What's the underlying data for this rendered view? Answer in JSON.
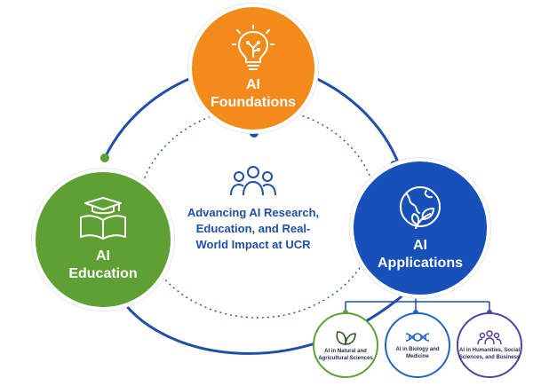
{
  "diagram": {
    "center": {
      "title": "Advancing AI Research, Education, and Real-World Impact at UCR"
    },
    "nodes": {
      "foundations": {
        "line1": "AI",
        "line2": "Foundations",
        "color": "#f28a1c",
        "icon": "lightbulb-circuit-icon"
      },
      "education": {
        "line1": "AI",
        "line2": "Education",
        "color": "#5ea033",
        "icon": "graduation-cap-book-icon"
      },
      "applications": {
        "line1": "AI",
        "line2": "Applications",
        "color": "#1650b8",
        "icon": "globe-leaf-icon"
      }
    },
    "subnodes": [
      {
        "label": "AI in Natural and Agricultural Sciences",
        "color": "#5ea033",
        "icon": "leaf-icon"
      },
      {
        "label": "AI in Biology and Medicine",
        "color": "#1e66c4",
        "icon": "dna-icon"
      },
      {
        "label": "AI in Humanities, Social Sciences, and Business",
        "color": "#5a3f9e",
        "icon": "people-group-icon"
      }
    ],
    "colors": {
      "ring": "#1f4fa8",
      "dotted": "#1f4fa8"
    }
  }
}
